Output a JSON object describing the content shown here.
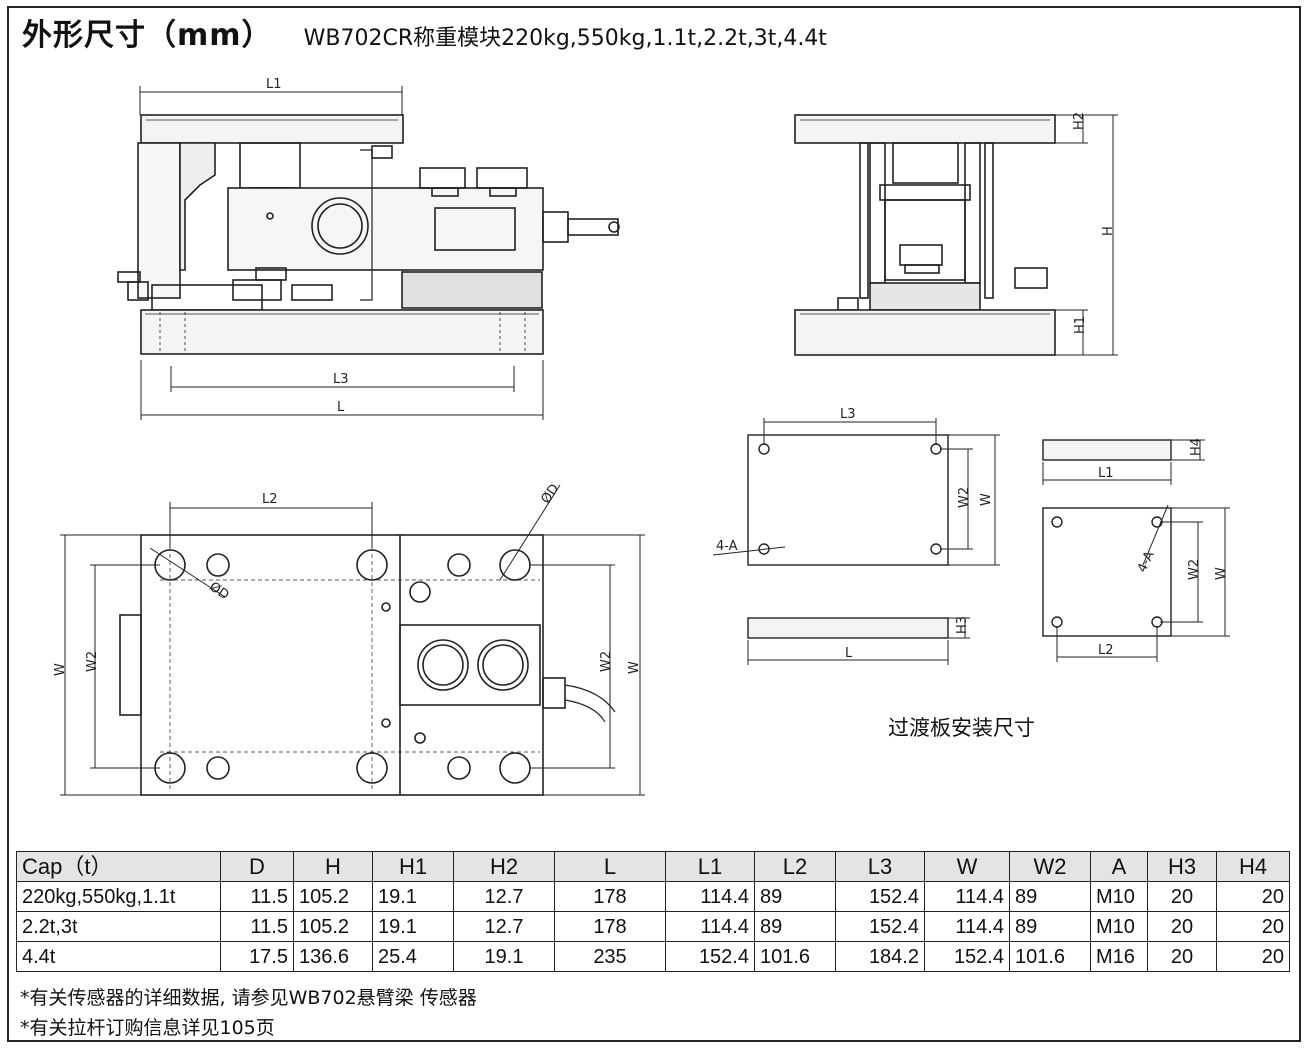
{
  "title": {
    "main": "外形尺寸（mm）",
    "product": "WB702CR称重模块220kg,550kg,1.1t,2.2t,3t,4.4t"
  },
  "labels": {
    "front_view": {
      "l1": "L1",
      "l3": "L3",
      "l": "L"
    },
    "side_view": {
      "h": "H",
      "h1": "H1",
      "h2": "H2"
    },
    "top_view": {
      "l2": "L2",
      "w": "W",
      "w2": "W2",
      "w2_right": "W2",
      "w_right": "W",
      "od": "ØD",
      "od2": "ØD"
    },
    "plate_top": {
      "l3": "L3",
      "w2": "W2",
      "w": "W",
      "a": "4-A"
    },
    "plate_side": {
      "h3": "H3",
      "l": "L"
    },
    "plate2_side": {
      "h4": "H4",
      "l1": "L1"
    },
    "plate2_top": {
      "a": "4-A",
      "w2": "W2",
      "w": "W",
      "l2": "L2"
    }
  },
  "caption": "过渡板安装尺寸",
  "table": {
    "headers": [
      "Cap（t）",
      "D",
      "H",
      "H1",
      "H2",
      "L",
      "L1",
      "L2",
      "L3",
      "W",
      "W2",
      "A",
      "H3",
      "H4"
    ],
    "rows": [
      [
        "220kg,550kg,1.1t",
        "11.5",
        "105.2",
        "19.1",
        "12.7",
        "178",
        "114.4",
        "89",
        "152.4",
        "114.4",
        "89",
        "M10",
        "20",
        "20"
      ],
      [
        "2.2t,3t",
        "11.5",
        "105.2",
        "19.1",
        "12.7",
        "178",
        "114.4",
        "89",
        "152.4",
        "114.4",
        "89",
        "M10",
        "20",
        "20"
      ],
      [
        "4.4t",
        "17.5",
        "136.6",
        "25.4",
        "19.1",
        "235",
        "152.4",
        "101.6",
        "184.2",
        "152.4",
        "101.6",
        "M16",
        "20",
        "20"
      ]
    ]
  },
  "notes": [
    "*有关传感器的详细数据, 请参见WB702悬臂梁 传感器",
    "*有关拉杆订购信息详见105页"
  ]
}
